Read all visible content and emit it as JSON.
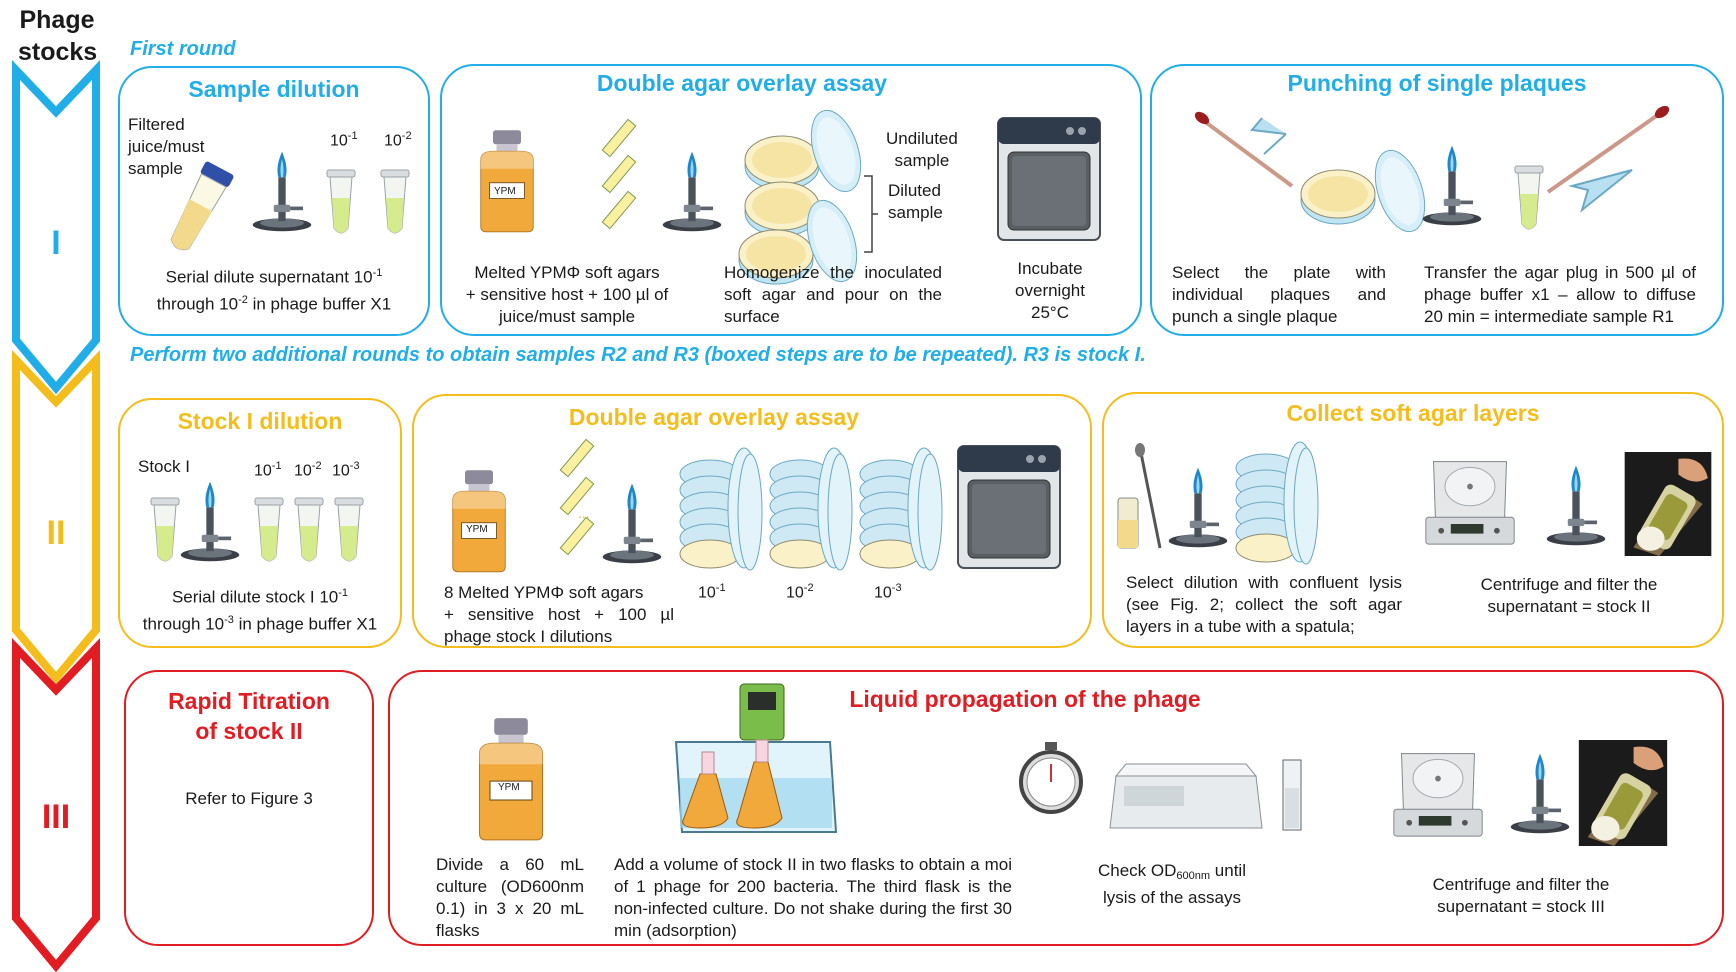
{
  "header": {
    "title_line1": "Phage",
    "title_line2": "stocks"
  },
  "stages": [
    {
      "roman": "I",
      "color": "#21aee8"
    },
    {
      "roman": "II",
      "color": "#f4bd1c"
    },
    {
      "roman": "III",
      "color": "#e11d23"
    }
  ],
  "round_label": "First round",
  "repeat_note": "Perform two additional rounds to obtain samples R2 and R3 (boxed steps are to be repeated). R3 is stock I.",
  "stage1": {
    "sample_dilution": {
      "title": "Sample  dilution",
      "sample_label_1": "Filtered",
      "sample_label_2": "juice/must",
      "sample_label_3": "sample",
      "dil_1": "10",
      "dil_1_exp": "-1",
      "dil_2": "10",
      "dil_2_exp": "-2",
      "caption_a": "Serial dilute supernatant 10",
      "caption_a_exp": "-1",
      "caption_b": "through 10",
      "caption_b_exp": "-2",
      "caption_c": " in phage buffer X1"
    },
    "overlay": {
      "title": "Double agar overlay assay",
      "bottle_label": "YPM",
      "undiluted_1": "Undiluted",
      "undiluted_2": "sample",
      "diluted_1": "Diluted",
      "diluted_2": "sample",
      "caption_1": "Melted YPMΦ soft agars",
      "caption_2": "+ sensitive host + 100 µl of",
      "caption_3": "juice/must sample",
      "caption_4": "Homogenize the inoculated soft agar and pour on the surface",
      "caption_5_1": "Incubate",
      "caption_5_2": "overnight",
      "caption_5_3": "25°C"
    },
    "punching": {
      "title": "Punching of single plaques",
      "caption_1": "Select the plate with individual plaques and punch a single plaque",
      "caption_2": "Transfer the agar plug in 500 µl of phage buffer x1 – allow to diffuse 20 min = intermediate sample R1"
    }
  },
  "stage2": {
    "stock_dilution": {
      "title": "Stock I dilution",
      "stock_label": "Stock I",
      "d1": "10",
      "d1_exp": "-1",
      "d2": "10",
      "d2_exp": "-2",
      "d3": "10",
      "d3_exp": "-3",
      "caption_a": "Serial dilute stock I 10",
      "caption_a_exp": "-1",
      "caption_b": "through 10",
      "caption_b_exp": "-3",
      "caption_c": " in phage buffer X1"
    },
    "overlay": {
      "title": "Double agar overlay assay",
      "bottle_label": "YPM",
      "caption_1": "8 Melted YPMΦ soft agars",
      "caption_2": "+ sensitive host + 100 µl",
      "caption_3": "phage stock I dilutions",
      "s1": "10",
      "s1_exp": "-1",
      "s2": "10",
      "s2_exp": "-2",
      "s3": "10",
      "s3_exp": "-3"
    },
    "collect": {
      "title": "Collect soft agar layers",
      "caption_1": "Select dilution with confluent lysis (see Fig. 2; collect the soft agar layers in a tube with a spatula;",
      "caption_2_1": "Centrifuge and filter the",
      "caption_2_2": "supernatant = stock II"
    }
  },
  "stage3": {
    "titration": {
      "title_1": "Rapid Titration",
      "title_2": "of stock II",
      "text": "Refer to Figure 3"
    },
    "liquid": {
      "title": "Liquid propagation of the phage",
      "bottle_label": "YPM",
      "caption_1": "Divide a 60 mL culture (OD600nm 0.1) in 3 x 20 mL flasks",
      "caption_2": "Add a volume of stock II in two flasks to obtain a moi of 1 phage for 200 bacteria. The third flask is the non-infected culture. Do not shake during the first 30 min (adsorption)",
      "caption_3_a": "Check OD",
      "caption_3_sub": "600nm",
      "caption_3_b": " until",
      "caption_3_c": "lysis of the assays",
      "caption_4_1": "Centrifuge and filter the",
      "caption_4_2": "supernatant = stock III"
    }
  }
}
